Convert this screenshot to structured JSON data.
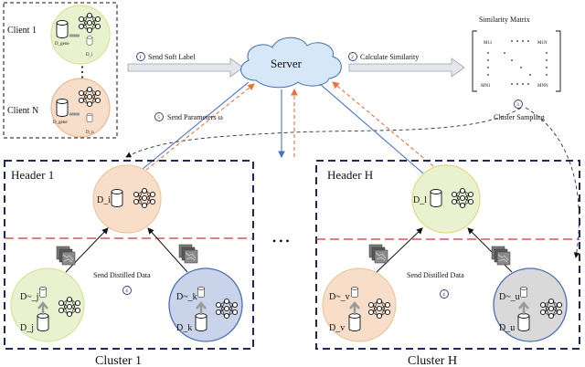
{
  "clients": {
    "client_1": "Client 1",
    "client_n": "Client N",
    "dots": "⋮",
    "d_gene_1": "D_gene",
    "d_i_1": "D_i",
    "d_gene_n": "D_gene",
    "d_n": "D_n"
  },
  "server": {
    "label": "Server"
  },
  "steps": {
    "s1_num": "1",
    "s1_text": "Send Soft Label",
    "s2_num": "2",
    "s2_text": "Calculate Similarity",
    "s3_num": "3",
    "s3_text": "Cluster Sampling",
    "s4_num": "4",
    "s4_text": "Send Distilled Data",
    "s5_num": "5",
    "s5_text": "Send Parameters ω"
  },
  "matrix": {
    "title": "Similarity Matrix",
    "m11": "M11",
    "m1n": "M1N",
    "mn1": "MN1",
    "mnn": "MNN"
  },
  "cluster1": {
    "header": "Header 1",
    "caption": "Cluster 1",
    "head_data": "D_i",
    "left_top": "D~_j",
    "left_bottom": "D_j",
    "right_top": "D~_k",
    "right_bottom": "D_k",
    "distilled": "Send Distilled Data",
    "step": "4"
  },
  "clusterH": {
    "header": "Header H",
    "caption": "Cluster H",
    "head_data": "D_l",
    "left_top": "D~_v",
    "left_bottom": "D_v",
    "right_top": "D~_u",
    "right_bottom": "D_u",
    "distilled": "Send Distilled Data",
    "step": "4"
  },
  "ellipsis": "• • •",
  "colors": {
    "green_fill": "#e9f2cf",
    "orange_fill": "#f8ddc8",
    "blue_fill": "#c9d3ea",
    "gray_fill": "#d9d9d9",
    "navy": "#1f2a5a",
    "red_dash": "#c9353a",
    "blue_arrow": "#4a72c4",
    "orange_arrow": "#e8733a",
    "server_fill": "#d6e8f7"
  }
}
